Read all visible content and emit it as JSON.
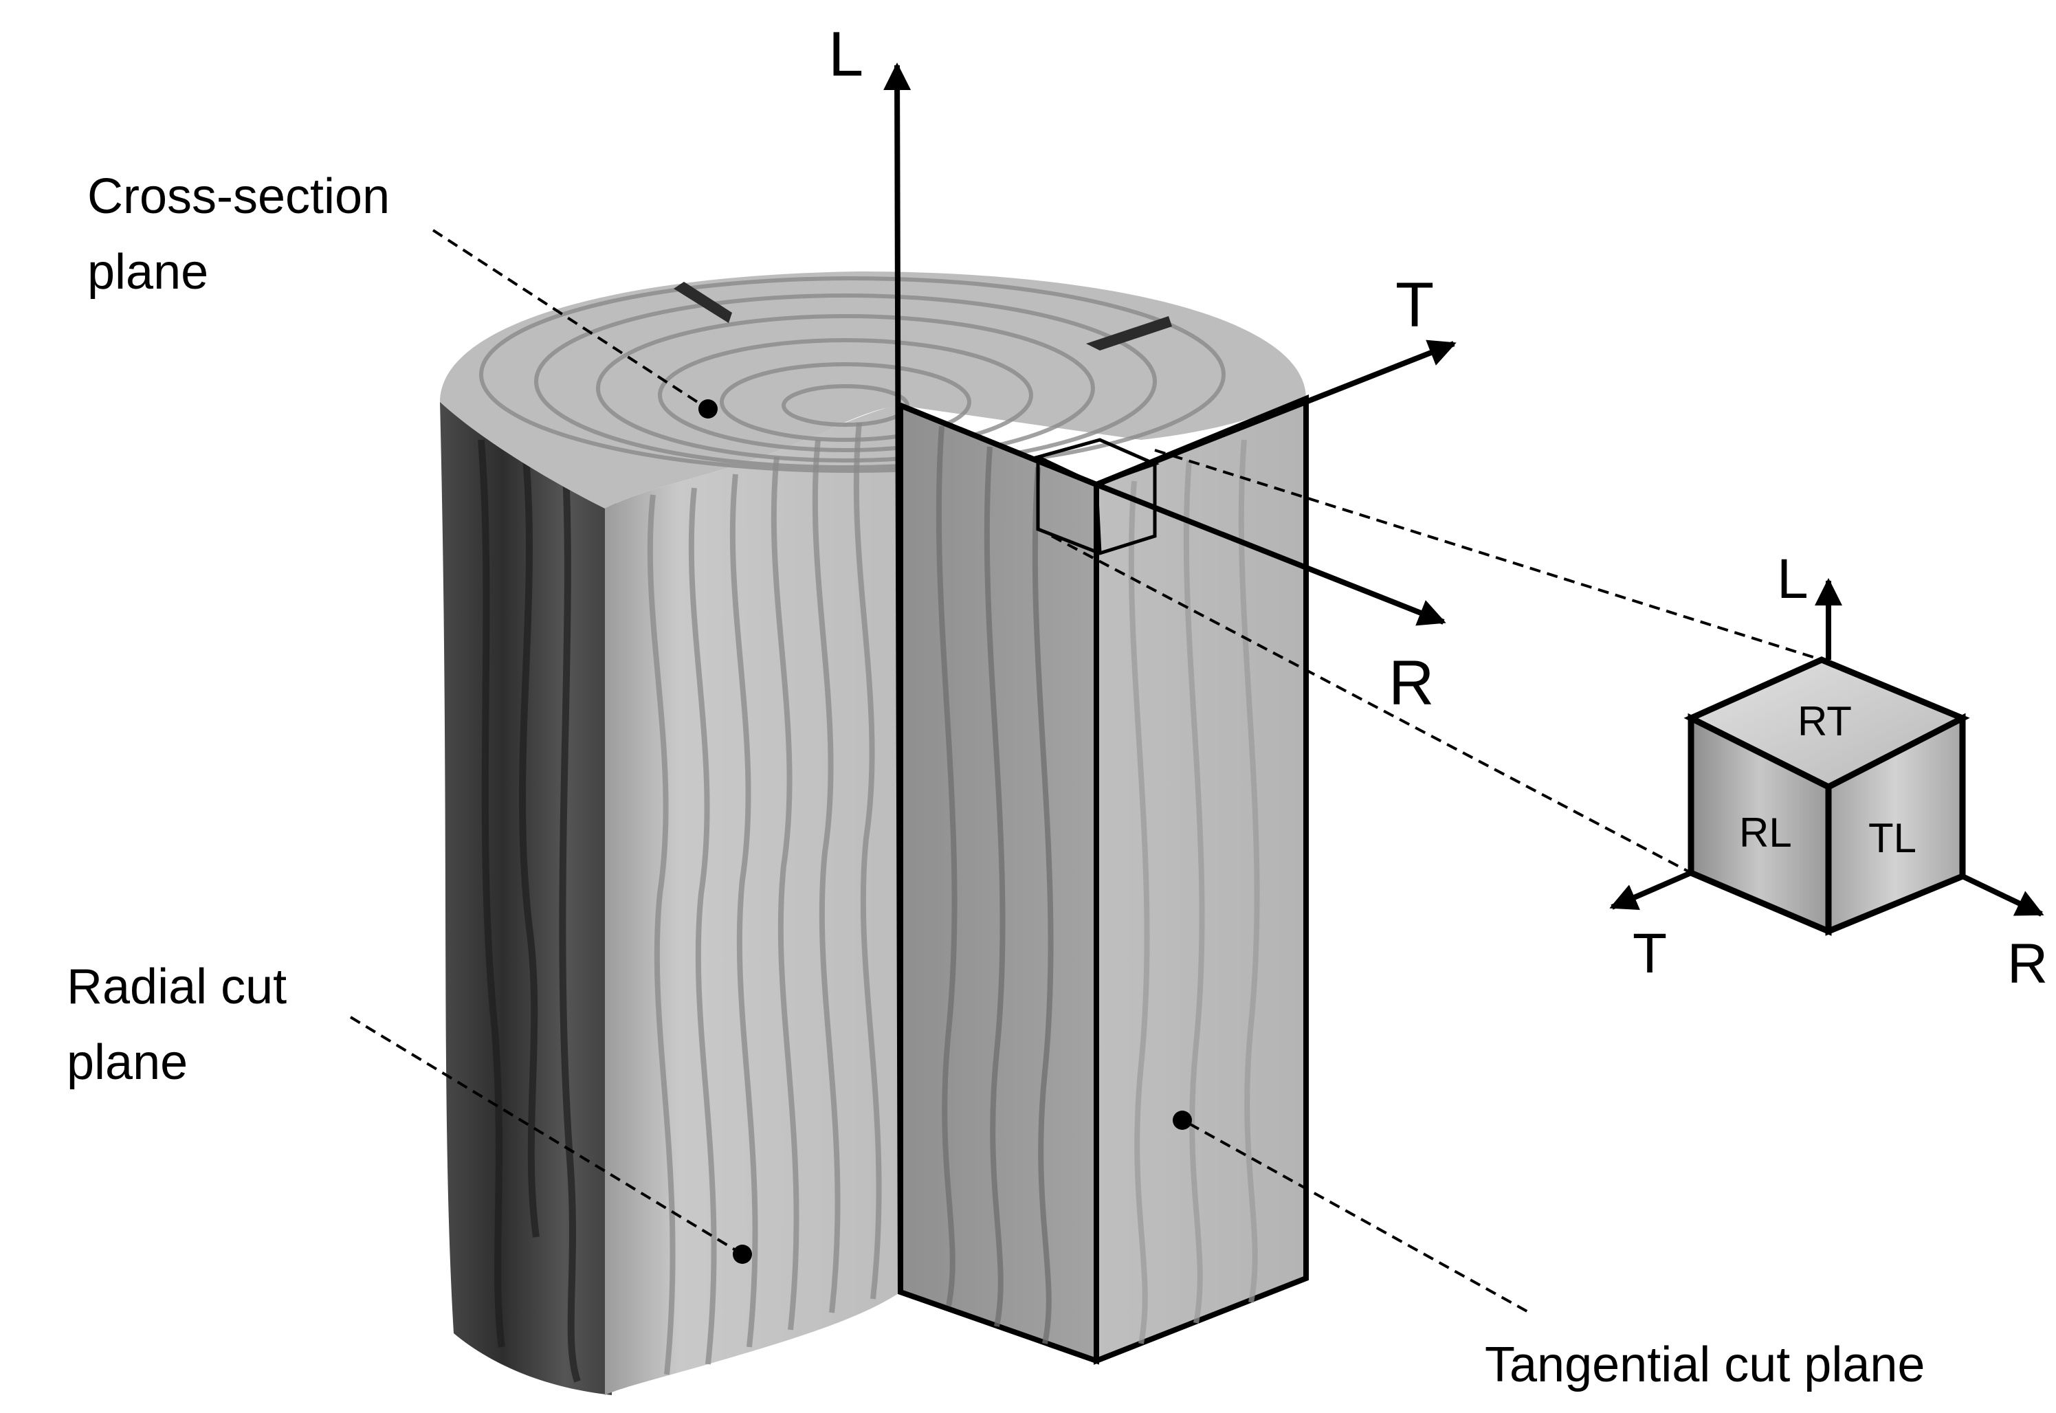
{
  "axes_main": {
    "L": "L",
    "T": "T",
    "R": "R"
  },
  "callouts": {
    "cross_section": [
      "Cross-section",
      "plane"
    ],
    "radial": [
      "Radial cut",
      "plane"
    ],
    "tangential": "Tangential cut plane"
  },
  "cube": {
    "axes": {
      "L": "L",
      "T": "T",
      "R": "R"
    },
    "faces": {
      "top": "RT",
      "left": "RL",
      "right": "TL"
    }
  },
  "colors": {
    "bark_dark": "#3a3a3a",
    "bark_mid": "#5c5c5c",
    "wood_light": "#c4c4c4",
    "wood_mid": "#a9a9a9",
    "grain": "#8e8e8e",
    "top_face": "#bdbdbd",
    "line": "#000000"
  }
}
